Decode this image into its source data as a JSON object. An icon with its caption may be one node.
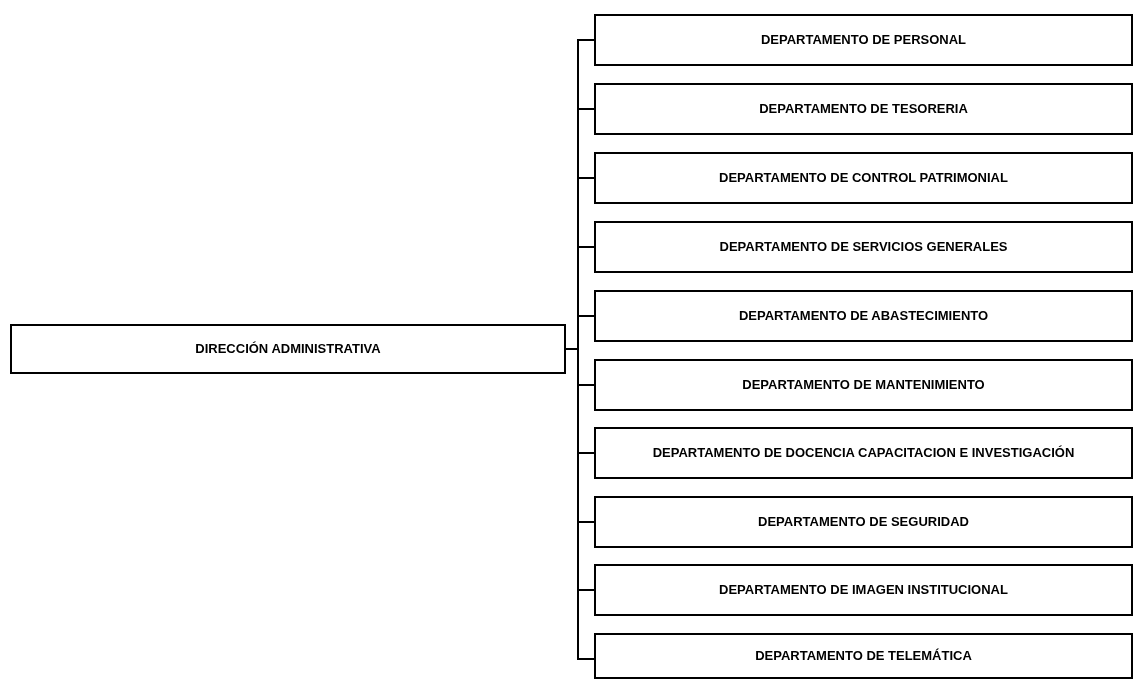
{
  "diagram": {
    "nodes": [
      {
        "text": [
          "DIRECCIÓN ADMINISTRATIVA"
        ]
      },
      {
        "text": [
          "DEPARTAMENTO DE PERSONAL"
        ]
      },
      {
        "text": [
          "DEPARTAMENTO DE TESORERIA"
        ]
      },
      {
        "text": [
          "DEPARTAMENTO DE CONTROL PATRIMONIAL"
        ]
      },
      {
        "text": [
          "DEPARTAMENTO DE SERVICIOS GENERALES"
        ]
      },
      {
        "text": [
          "DEPARTAMENTO DE ABASTECIMIENTO"
        ]
      },
      {
        "text": [
          "DEPARTAMENTO DE MANTENIMIENTO"
        ]
      },
      {
        "text": [
          "DEPARTAMENTO DE DOCENCIA CAPACITACION E INVESTIGACIÓN"
        ]
      },
      {
        "text": [
          "DEPARTAMENTO DE SEGURIDAD"
        ]
      },
      {
        "text": [
          "DEPARTAMENTO DE IMAGEN INSTITUCIONAL"
        ]
      },
      {
        "text": [
          "DEPARTAMENTO DE TELEMÁTICA"
        ]
      }
    ],
    "edges": [
      {
        "from": 0,
        "to": 1,
        "arrow": "none"
      },
      {
        "from": 0,
        "to": 2,
        "arrow": "none"
      },
      {
        "from": 0,
        "to": 3,
        "arrow": "none"
      },
      {
        "from": 0,
        "to": 4,
        "arrow": "none"
      },
      {
        "from": 0,
        "to": 5,
        "arrow": "none"
      },
      {
        "from": 0,
        "to": 6,
        "arrow": "none"
      },
      {
        "from": 0,
        "to": 7,
        "arrow": "none"
      },
      {
        "from": 0,
        "to": 8,
        "arrow": "none"
      },
      {
        "from": 0,
        "to": 9,
        "arrow": "none"
      },
      {
        "from": 0,
        "to": 10,
        "arrow": "none"
      }
    ]
  }
}
